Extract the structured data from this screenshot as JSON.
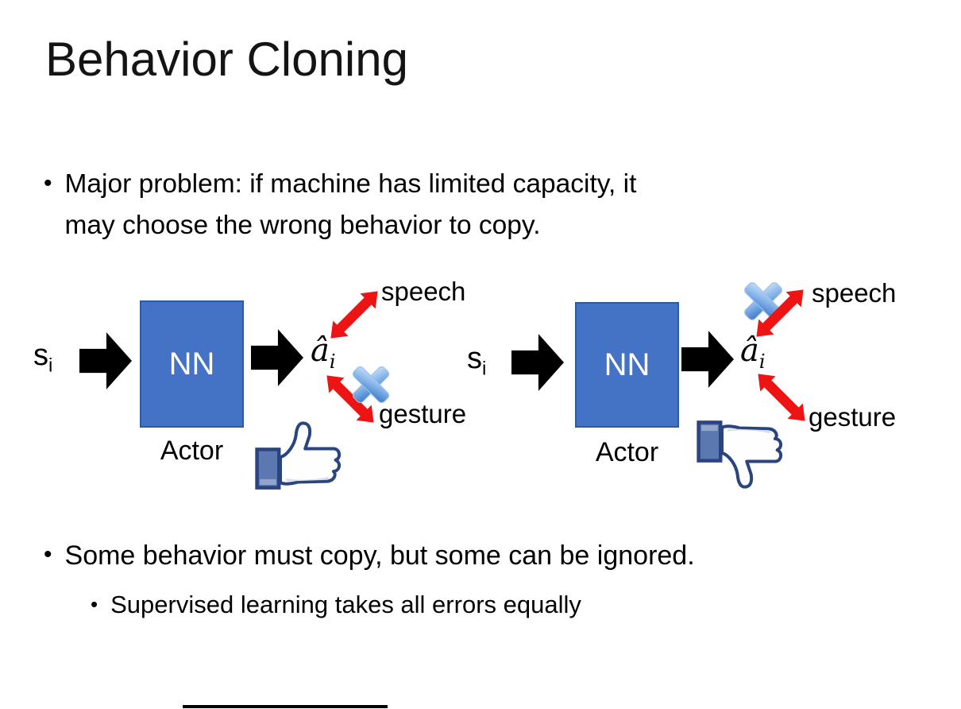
{
  "slide": {
    "title": "Behavior Cloning",
    "bullet1_line1": "Major problem: if machine has limited capacity, it",
    "bullet1_line2": "may choose the wrong behavior to copy.",
    "bullet1_dot": "•",
    "bullet2": "Some behavior must copy, but some can be ignored.",
    "bullet2_dot": "•",
    "bullet3": "Supervised learning takes all errors equally",
    "bullet3_dot": "•"
  },
  "diagram": {
    "left": {
      "input": "s",
      "input_sub": "i",
      "box": "NN",
      "caption": "Actor",
      "output": "â",
      "output_sub": "i",
      "top_branch": "speech",
      "bottom_branch": "gesture",
      "crossed_branch": "gesture",
      "verdict_icon": "thumbs-up"
    },
    "right": {
      "input": "s",
      "input_sub": "i",
      "box": "NN",
      "caption": "Actor",
      "output": "â",
      "output_sub": "i",
      "top_branch": "speech",
      "bottom_branch": "gesture",
      "crossed_branch": "speech",
      "verdict_icon": "thumbs-down"
    }
  },
  "colors": {
    "nn_box_fill": "#4472C4",
    "nn_box_border": "#2E5AA0",
    "block_arrow": "#000000",
    "branch_arrow_red": "#EE1414",
    "cross_blue_light": "#C9E0F8",
    "cross_blue_mid": "#7FB0E8",
    "cross_blue_dark": "#3B76C8",
    "thumb_outline": "#29447E",
    "thumb_sleeve": "#5C78B0",
    "thumb_fill": "#FEFEFE"
  }
}
